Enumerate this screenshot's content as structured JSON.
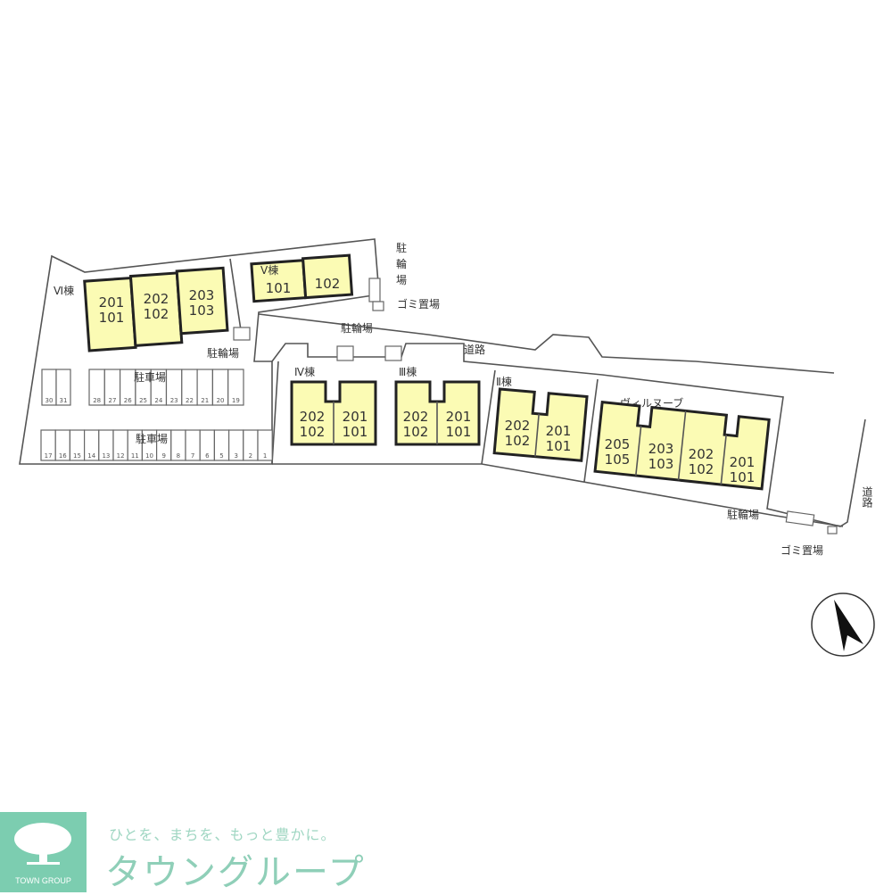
{
  "buildings": {
    "vi": {
      "label": "Ⅵ棟",
      "units": [
        "201\n101",
        "202\n102",
        "203\n103"
      ]
    },
    "v": {
      "label": "Ⅴ棟",
      "units": [
        "101",
        "102"
      ]
    },
    "iv": {
      "label": "Ⅳ棟",
      "units": [
        "202\n102",
        "201\n101"
      ]
    },
    "iii": {
      "label": "Ⅲ棟",
      "units": [
        "202\n102",
        "201\n101"
      ]
    },
    "ii": {
      "label": "Ⅱ棟",
      "units": [
        "202\n102",
        "201\n101"
      ]
    },
    "villeneuve": {
      "label": "ヴィルヌーブ",
      "units": [
        "205\n105",
        "203\n103",
        "202\n102",
        "201\n101"
      ]
    }
  },
  "labels": {
    "bicycle_parking": "駐輪場",
    "garbage": "ゴミ置場",
    "road": "道路",
    "parking": "駐車場"
  },
  "parking_top_left": [
    "30",
    "31"
  ],
  "parking_top": [
    "28",
    "27",
    "26",
    "25",
    "24",
    "23",
    "22",
    "21",
    "20",
    "19"
  ],
  "parking_bottom": [
    "17",
    "16",
    "15",
    "14",
    "13",
    "12",
    "11",
    "10",
    "9",
    "8",
    "7",
    "6",
    "5",
    "3",
    "2",
    "1"
  ],
  "compass": {
    "icon": "north-arrow-icon"
  },
  "logo": {
    "tagline": "ひとを、まちを、もっと豊かに。",
    "brand": "タウングループ",
    "sub": "TOWN GROUP",
    "color": "#7ccdb0"
  }
}
